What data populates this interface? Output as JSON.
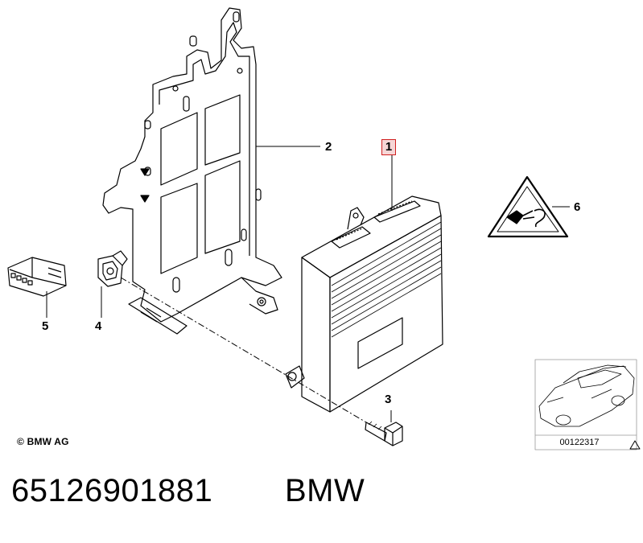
{
  "diagram": {
    "callouts": {
      "part_1": "1",
      "part_2": "2",
      "part_3": "3",
      "part_4": "4",
      "part_5": "5",
      "part_6": "6"
    },
    "copyright": "© BMW AG",
    "reference_number": "00122317"
  },
  "footer": {
    "part_number": "65126901881",
    "brand": "BMW"
  },
  "colors": {
    "highlight_border": "#d02020",
    "highlight_fill": "#f6d6d6",
    "line": "#000000"
  }
}
